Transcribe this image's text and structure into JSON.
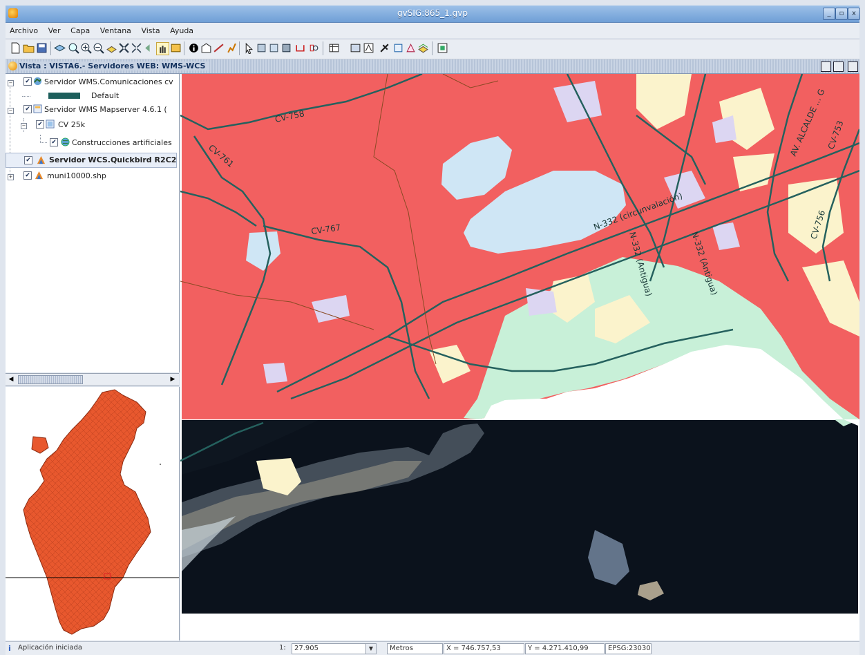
{
  "window": {
    "title": "gvSIG:865_1.gvp",
    "min_label": "_",
    "max_label": "▫",
    "close_label": "x"
  },
  "menu": [
    "Archivo",
    "Ver",
    "Capa",
    "Ventana",
    "Vista",
    "Ayuda"
  ],
  "view": {
    "title": "Vista : VISTA6.- Servidores WEB: WMS-WCS"
  },
  "toc": {
    "layers": [
      {
        "label": "Servidor WMS.Comunicaciones cv",
        "checked": "✔",
        "legend": "Default"
      },
      {
        "label": "Servidor WMS Mapserver 4.6.1 (",
        "checked": "✔"
      },
      {
        "label": "CV 25k",
        "checked": "✔"
      },
      {
        "label": "Construcciones artificiales",
        "checked": "✔"
      },
      {
        "label": "Servidor WCS.Quickbird R2C2",
        "checked": "✔"
      },
      {
        "label": "muni10000.shp",
        "checked": "✔"
      }
    ]
  },
  "map_labels": {
    "cv758": "CV-758",
    "cv761": "CV-761",
    "cv767": "CV-767",
    "n332c": "N-332 (circunvalación)",
    "n332a": "N-332 (Antigua)",
    "n332b": "N-332 (Antigua)",
    "cv753": "CV-753",
    "cv756": "CV-756",
    "alcalde": "AV. ALCALDE ... G"
  },
  "status": {
    "message": "Aplicación iniciada",
    "scale_prefix": "1:",
    "scale_value": "27.905",
    "units": "Metros",
    "x": "X = 746.757,53",
    "y": "Y = 4.271.410,99",
    "epsg": "EPSG:23030"
  },
  "colors": {
    "urban_red": "#f26060",
    "water": "#cfe6f5",
    "green_urban": "#c8f0d8",
    "cream": "#fbf3cc",
    "lavender": "#dcd6f2",
    "road": "#25615e",
    "munis": "#e8582e"
  }
}
